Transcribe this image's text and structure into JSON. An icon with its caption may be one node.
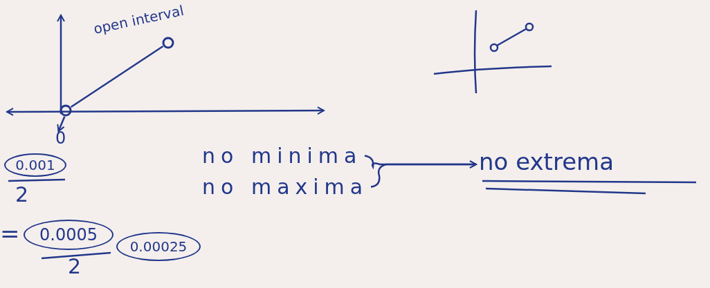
{
  "diagram": {
    "nodes": [
      {
        "text": [],
        "shape": "circle"
      },
      {
        "text": [],
        "shape": "circle"
      },
      {
        "text": [
          "0"
        ]
      },
      {
        "text": [
          "0.001"
        ]
      },
      {
        "text": [
          "0.0005"
        ]
      },
      {
        "text": [
          "0.00025"
        ]
      },
      {
        "text": [
          "no minima"
        ]
      },
      {
        "text": [
          "no maxima"
        ]
      },
      {
        "text": [
          "no extrema"
        ]
      }
    ],
    "edges": [
      {
        "from": 0,
        "to": 1,
        "arrow": "none"
      },
      {
        "from": 0,
        "to": 2,
        "arrow": "to"
      },
      {
        "from": 6,
        "to": 8,
        "arrow": "to"
      },
      {
        "from": 7,
        "to": 8,
        "arrow": "to"
      }
    ],
    "labels": [
      "open interval",
      "2",
      "=",
      "2"
    ]
  }
}
